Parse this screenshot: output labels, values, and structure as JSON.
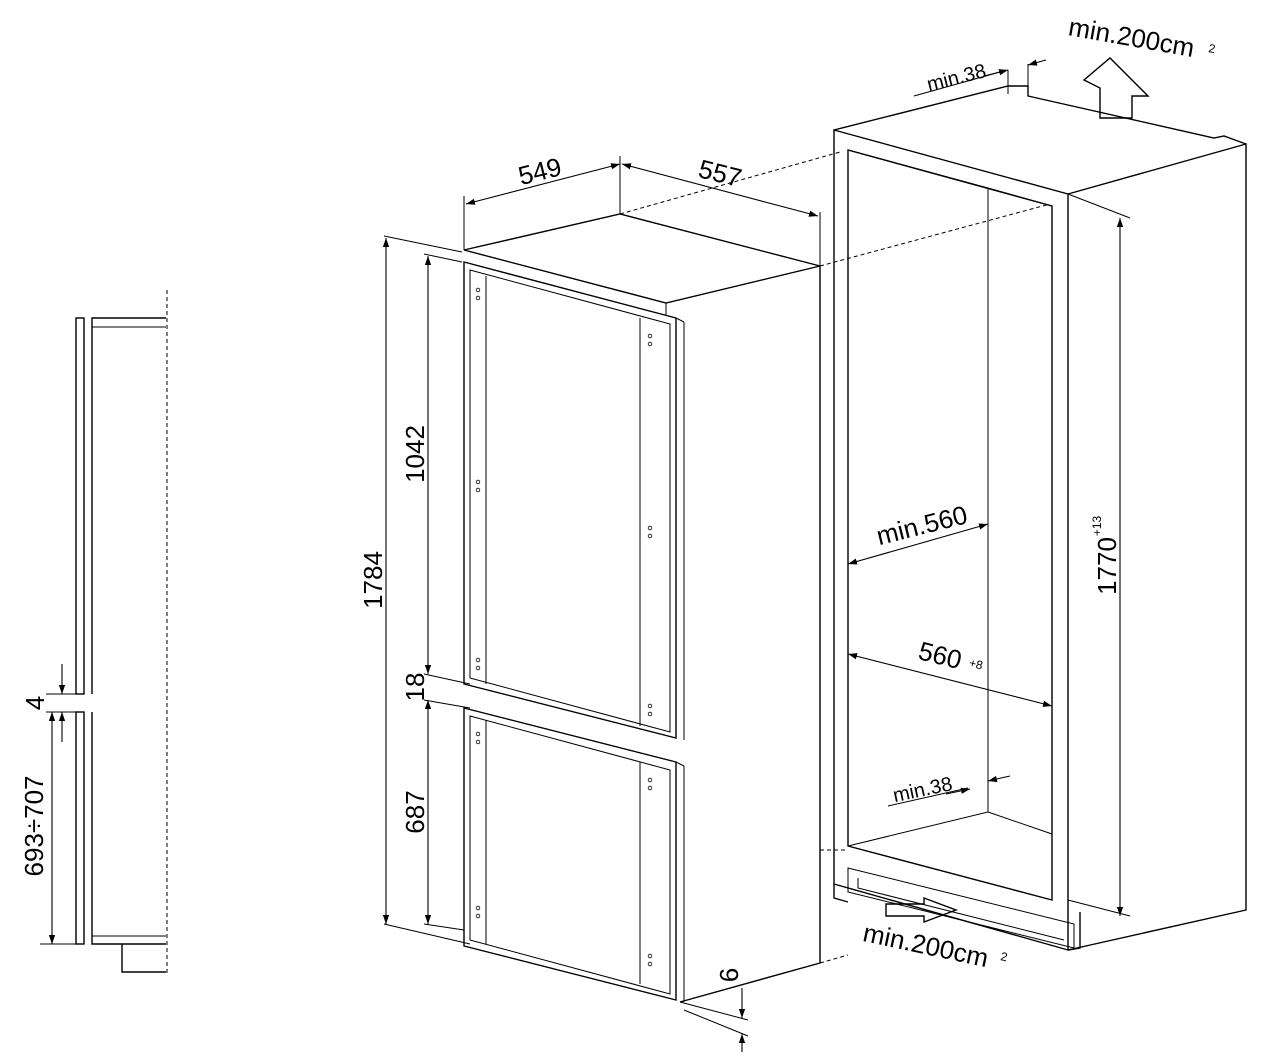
{
  "labels": {
    "depth_549": "549",
    "width_557": "557",
    "height_1784": "1784",
    "height_1042": "1042",
    "gap_18": "18",
    "height_687": "687",
    "bottom_6": "6",
    "side_gap_4": "4",
    "side_range": "693÷707",
    "vent_top": "min.200cm",
    "vent_top_sup": "2",
    "vent_bottom": "min.200cm",
    "vent_bottom_sup": "2",
    "top_clear": "min.38",
    "back_clear": "min.38",
    "niche_depth": "min.560",
    "niche_width": "560",
    "niche_width_tol": "+8",
    "niche_height": "1770",
    "niche_height_tol": "+13"
  }
}
